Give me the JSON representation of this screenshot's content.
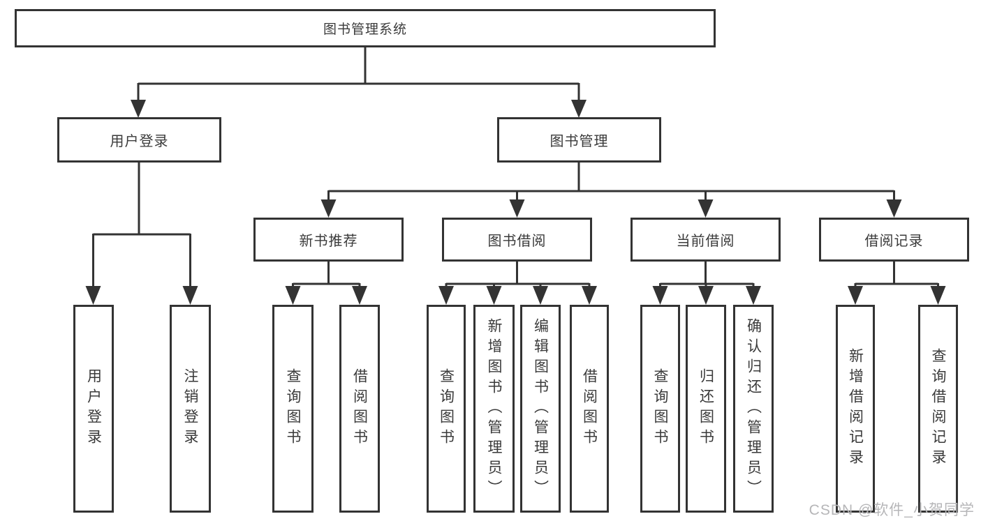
{
  "colors": {
    "line": "#333333",
    "box_border": "#333333",
    "box_background": "#ffffff",
    "text": "#3a3a3a",
    "watermark": "#b6b6b8",
    "page_background": "#ffffff"
  },
  "watermark": {
    "text": "CSDN @软件_小贺同学"
  },
  "tree": {
    "root": {
      "label": "图书管理系统",
      "children": [
        {
          "label": "用户登录",
          "children": [
            {
              "label": "用户登录"
            },
            {
              "label": "注销登录"
            }
          ]
        },
        {
          "label": "图书管理",
          "children": [
            {
              "label": "新书推荐",
              "children": [
                {
                  "label": "查询图书"
                },
                {
                  "label": "借阅图书"
                }
              ]
            },
            {
              "label": "图书借阅",
              "children": [
                {
                  "label": "查询图书"
                },
                {
                  "label": "新增图书（管理员）"
                },
                {
                  "label": "编辑图书（管理员）"
                },
                {
                  "label": "借阅图书"
                }
              ]
            },
            {
              "label": "当前借阅",
              "children": [
                {
                  "label": "查询图书"
                },
                {
                  "label": "归还图书"
                },
                {
                  "label": "确认归还（管理员）"
                }
              ]
            },
            {
              "label": "借阅记录",
              "children": [
                {
                  "label": "新增借阅记录"
                },
                {
                  "label": "查询借阅记录"
                }
              ]
            }
          ]
        }
      ]
    }
  }
}
